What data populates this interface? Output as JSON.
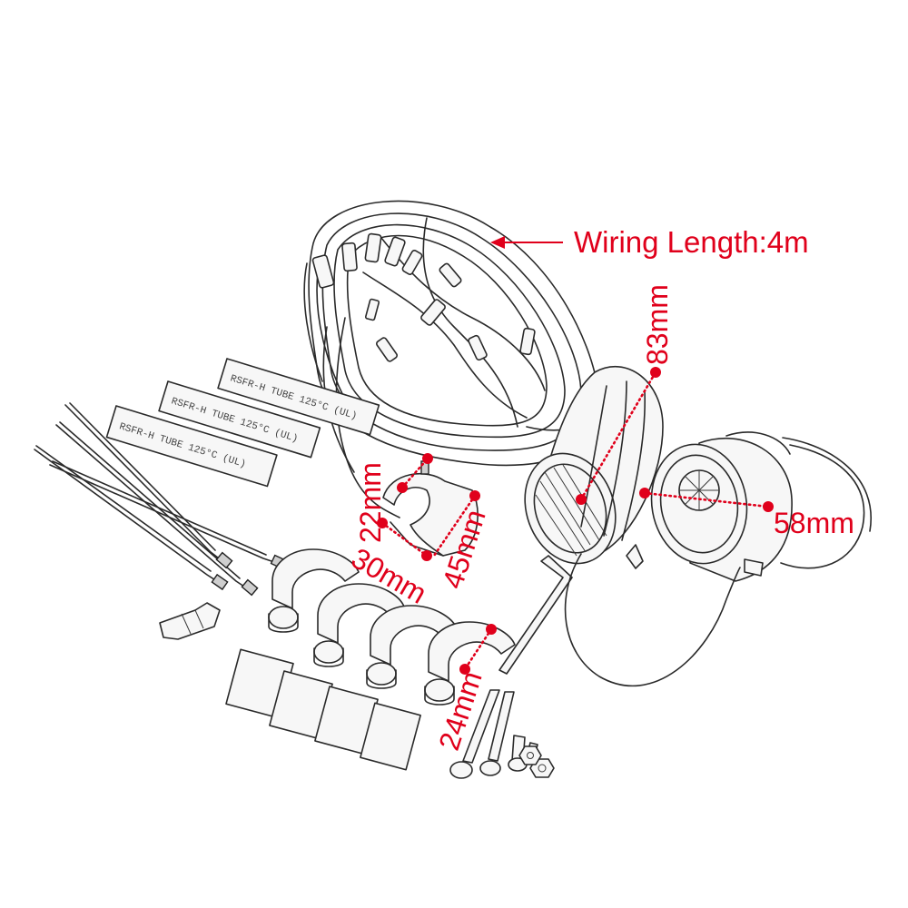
{
  "annotations": {
    "wiring_length": "Wiring Length:4m",
    "d_83": "83mm",
    "d_58": "58mm",
    "d_22": "22mm",
    "d_30": "30mm",
    "d_45": "45mm",
    "d_24": "24mm"
  },
  "tube_labels": {
    "text_a": "RSFR-H  TUBE  125°C  (UL)",
    "text_b": "RSFR-H  TUBE  125°C  (UL)",
    "text_c": "RSFR-H  TUBE  125°C  (UL)"
  },
  "colors": {
    "accent": "#e0001b",
    "ink": "#2a2a2a"
  }
}
